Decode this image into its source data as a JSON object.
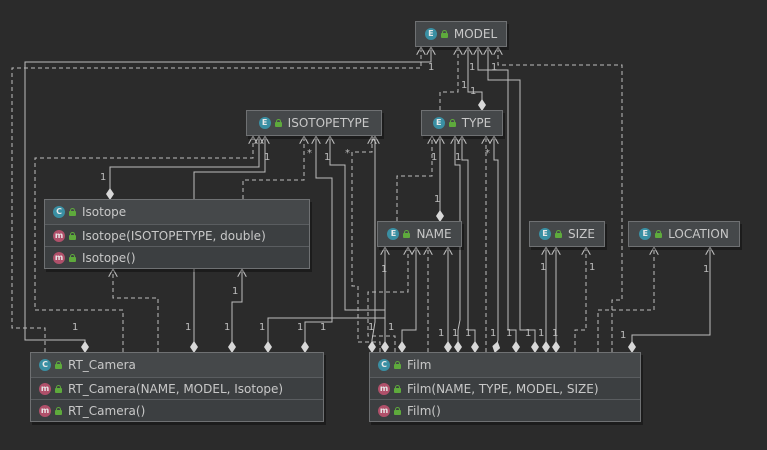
{
  "nodes": {
    "model": {
      "badge": "E",
      "title": "MODEL"
    },
    "isotopetype": {
      "badge": "E",
      "title": "ISOTOPETYPE"
    },
    "type": {
      "badge": "E",
      "title": "TYPE"
    },
    "isotope": {
      "badge": "C",
      "title": "Isotope",
      "methods": [
        {
          "badge": "m",
          "label": "Isotope(ISOTOPETYPE, double)"
        },
        {
          "badge": "m",
          "label": "Isotope()"
        }
      ]
    },
    "name": {
      "badge": "E",
      "title": "NAME"
    },
    "size": {
      "badge": "E",
      "title": "SIZE"
    },
    "location": {
      "badge": "E",
      "title": "LOCATION"
    },
    "rt_camera": {
      "badge": "C",
      "title": "RT_Camera",
      "methods": [
        {
          "badge": "m",
          "label": "RT_Camera(NAME, MODEL, Isotope)"
        },
        {
          "badge": "m",
          "label": "RT_Camera()"
        }
      ]
    },
    "film": {
      "badge": "C",
      "title": "Film",
      "methods": [
        {
          "badge": "m",
          "label": "Film(NAME, TYPE, MODEL, SIZE)"
        },
        {
          "badge": "m",
          "label": "Film()"
        }
      ]
    }
  },
  "multiplicities": {
    "one": "1",
    "many": "*"
  }
}
